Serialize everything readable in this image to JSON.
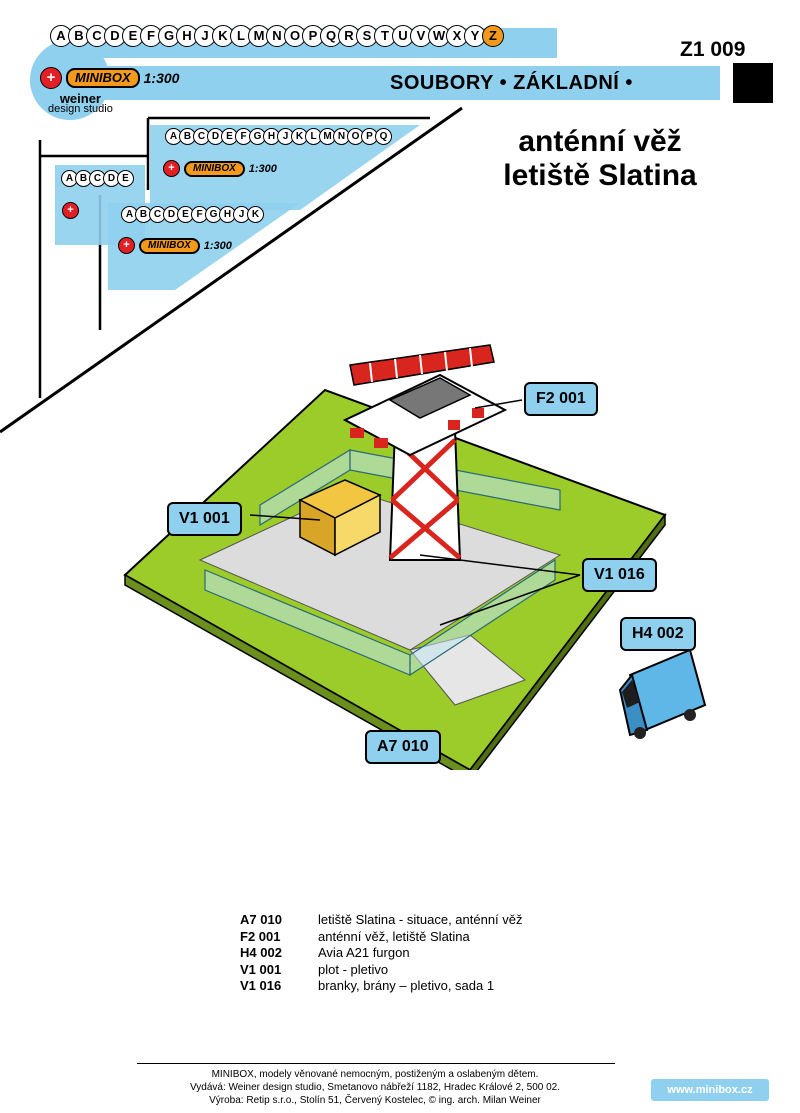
{
  "header": {
    "letters": [
      "A",
      "B",
      "C",
      "D",
      "E",
      "F",
      "G",
      "H",
      "J",
      "K",
      "L",
      "M",
      "N",
      "O",
      "P",
      "Q",
      "R",
      "S",
      "T",
      "U",
      "V",
      "W",
      "X",
      "Y",
      "Z"
    ],
    "brand_mark": "+",
    "brand_name": "MINIBOX",
    "brand_scale": "1:300",
    "studio_line1": "weiner",
    "studio_line2": "design studio",
    "category": "SOUBORY • ZÁKLADNÍ •",
    "code": "Z1 009"
  },
  "title": {
    "line1": "anténní věž",
    "line2": "letiště Slatina"
  },
  "callouts": {
    "f2": "F2 001",
    "v1001": "V1 001",
    "v1016": "V1 016",
    "h4": "H4 002",
    "a7": "A7 010"
  },
  "parts_list": [
    {
      "code": "A7 010",
      "desc": "letiště Slatina - situace, anténní věž"
    },
    {
      "code": "F2 001",
      "desc": "anténní věž, letiště Slatina"
    },
    {
      "code": "H4 002",
      "desc": "Avia A21 furgon"
    },
    {
      "code": "V1 001",
      "desc": "plot - pletivo"
    },
    {
      "code": "V1 016",
      "desc": "branky, brány – pletivo, sada 1"
    }
  ],
  "footer": {
    "line1": "MINIBOX, modely věnované nemocným, postiženým a oslabeným dětem.",
    "line2": "Vydává: Weiner design studio, Smetanovo nábřeží 1182, Hradec Králové 2, 500 02.",
    "line3": "Výroba: Retip s.r.o., Stolín 51, Červený Kostelec, © ing. arch. Milan Weiner",
    "website": "www.minibox.cz"
  },
  "colors": {
    "band_blue": "#8fd0ee",
    "orange": "#f39a1d",
    "red": "#e31f26",
    "grass": "#9ccc2a"
  }
}
